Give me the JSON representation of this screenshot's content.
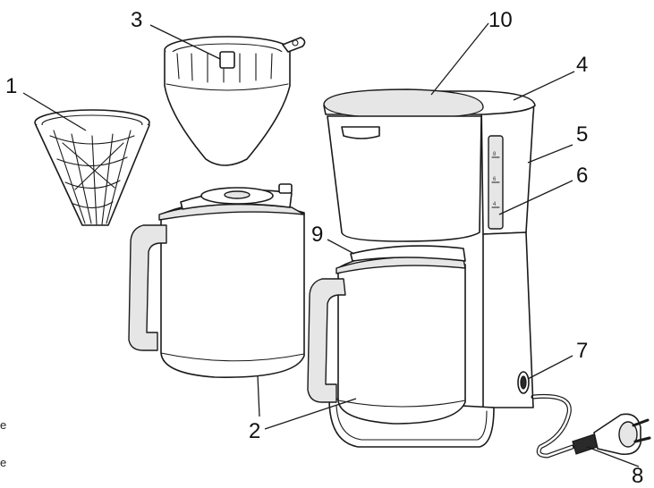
{
  "callouts": [
    {
      "id": "1",
      "label": "1"
    },
    {
      "id": "2",
      "label": "2"
    },
    {
      "id": "3",
      "label": "3"
    },
    {
      "id": "4",
      "label": "4"
    },
    {
      "id": "5",
      "label": "5"
    },
    {
      "id": "6",
      "label": "6"
    },
    {
      "id": "7",
      "label": "7"
    },
    {
      "id": "8",
      "label": "8"
    },
    {
      "id": "9",
      "label": "9"
    },
    {
      "id": "10",
      "label": "10"
    }
  ],
  "water_scale": {
    "marks": [
      "8",
      "6",
      "4"
    ]
  },
  "edge_text": [
    "e",
    "e"
  ],
  "colors": {
    "line": "#1a1a1a",
    "fill": "#ffffff",
    "shade": "#e6e6e6"
  }
}
